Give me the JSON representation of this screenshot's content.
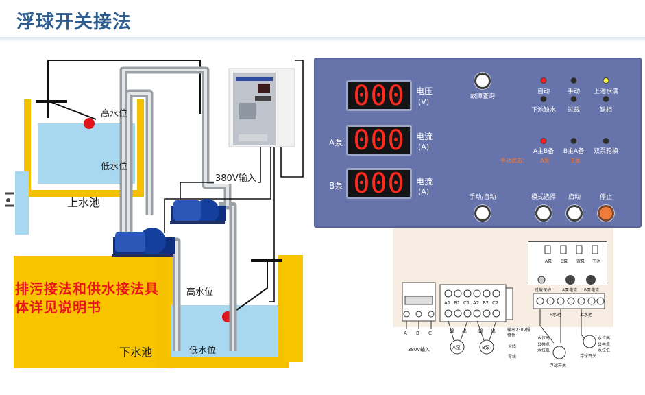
{
  "page": {
    "title": "浮球开关接法"
  },
  "colors": {
    "accent_title": "#2e5d8f",
    "tank_frame": "#f5c000",
    "water": "#a8d8f0",
    "panel_bg": "#6774ab",
    "led_digits": "#ff2a1e",
    "warning_text": "#e8141c",
    "float_ball": "#e0141c"
  },
  "plumbing": {
    "upper_tank": {
      "label": "上水池",
      "high_level": "高水位",
      "low_level": "低水位"
    },
    "lower_tank": {
      "label": "下水池",
      "high_level": "高水位",
      "low_level": "低水位"
    },
    "power_input": "380V输入",
    "warning_text": "排污接法和供水接法具体详见说明书"
  },
  "control_panel": {
    "fault_query": "故障查询",
    "displays": [
      {
        "prefix": "",
        "value": "000",
        "label": "电压",
        "unit": "(V)"
      },
      {
        "prefix": "A泵",
        "value": "000",
        "label": "电流",
        "unit": "(A)"
      },
      {
        "prefix": "B泵",
        "value": "000",
        "label": "电流",
        "unit": "(A)"
      }
    ],
    "status_leds": {
      "auto": "自动",
      "manual": "手动",
      "upper_full": "上池水满",
      "lower_lack": "下池缺水",
      "overload": "过载",
      "phase_loss": "缺相"
    },
    "mode_leds": {
      "a_main": "A主B备",
      "b_main": "B主A备",
      "alternate": "双泵轮换"
    },
    "manual_state": {
      "label": "手动状态：",
      "a": "A泵",
      "b": "B泵"
    },
    "buttons": {
      "manual_auto": "手动/自动",
      "mode_select": "模式选择",
      "start": "启动",
      "stop": "停止"
    }
  },
  "wiring": {
    "power_label": "380V输入",
    "phases": [
      "A",
      "B",
      "C"
    ],
    "terminals": [
      "A1",
      "B1",
      "C1",
      "A2",
      "B2",
      "C2"
    ],
    "pump_a": "A泵",
    "pump_b": "B泵",
    "out_in": [
      "输",
      "出"
    ],
    "alarm_output": "输出230V报警性",
    "fire": "火线",
    "neutral": "零线",
    "lower_pool": "下水池",
    "upper_pool": "上水池",
    "float_switch": "浮球开关",
    "common": "公共点",
    "high_point": "水位高",
    "low_point": "水位低",
    "sw_labels": [
      "A泵",
      "B泵",
      "双泵",
      "下池"
    ],
    "knob_labels": [
      "过载保护",
      "A泵电流",
      "B泵电流"
    ]
  }
}
